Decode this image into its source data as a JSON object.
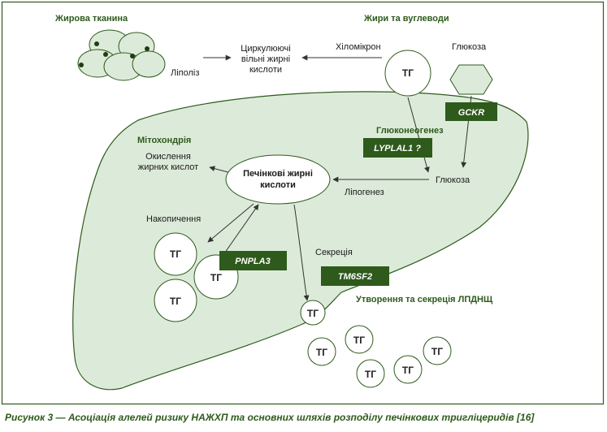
{
  "labels": {
    "adipose": "Жирова тканина",
    "fats_carbs": "Жири та вуглеводи",
    "lipolysis": "Ліполіз",
    "ffa_line1": "Циркулюючі",
    "ffa_line2": "вільні жирні",
    "ffa_line3": "кислоти",
    "chylomicron": "Хіломікрон",
    "glucose_top": "Глюкоза",
    "mitochondria": "Мітохондрія",
    "oxidation_line1": "Окислення",
    "oxidation_line2": "жирних кислот",
    "liver_fa_line1": "Печінкові жирні",
    "liver_fa_line2": "кислоти",
    "gluconeogenesis": "Глюконеогенез",
    "glucose_liver": "Глюкоза",
    "lipogenesis": "Ліпогенез",
    "accumulation": "Накопичення",
    "secretion": "Секреція",
    "vldl": "Утворення та секреція ЛПДНЩ",
    "tg": "ТГ"
  },
  "genes": {
    "gckr": "GCKR",
    "lyplal1": "LYPLAL1 ?",
    "pnpla3": "PNPLA3",
    "tm6sf2": "TM6SF2"
  },
  "caption": "Рисунок 3 — Асоціація алелей ризику НАЖХП та основних шляхів розподілу печінкових тригліцеридів [16]",
  "colors": {
    "liver_fill": "#dcebd9",
    "liver_stroke": "#2e5a1c",
    "gene_box": "#2e5a1c",
    "accent_text": "#2e5a1c"
  }
}
